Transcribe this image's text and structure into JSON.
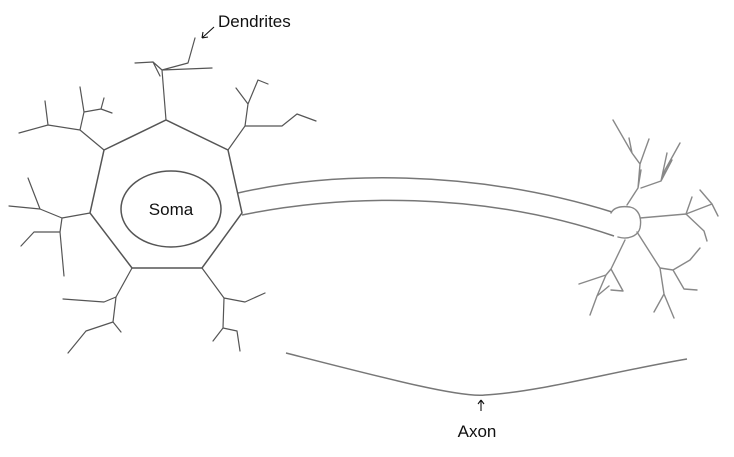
{
  "labels": {
    "dendrites": "Dendrites",
    "soma": "Soma",
    "axon": "Axon"
  },
  "colors": {
    "line": "#555555",
    "axon_line": "#777777",
    "terminal_line": "#888888",
    "text": "#111111"
  }
}
